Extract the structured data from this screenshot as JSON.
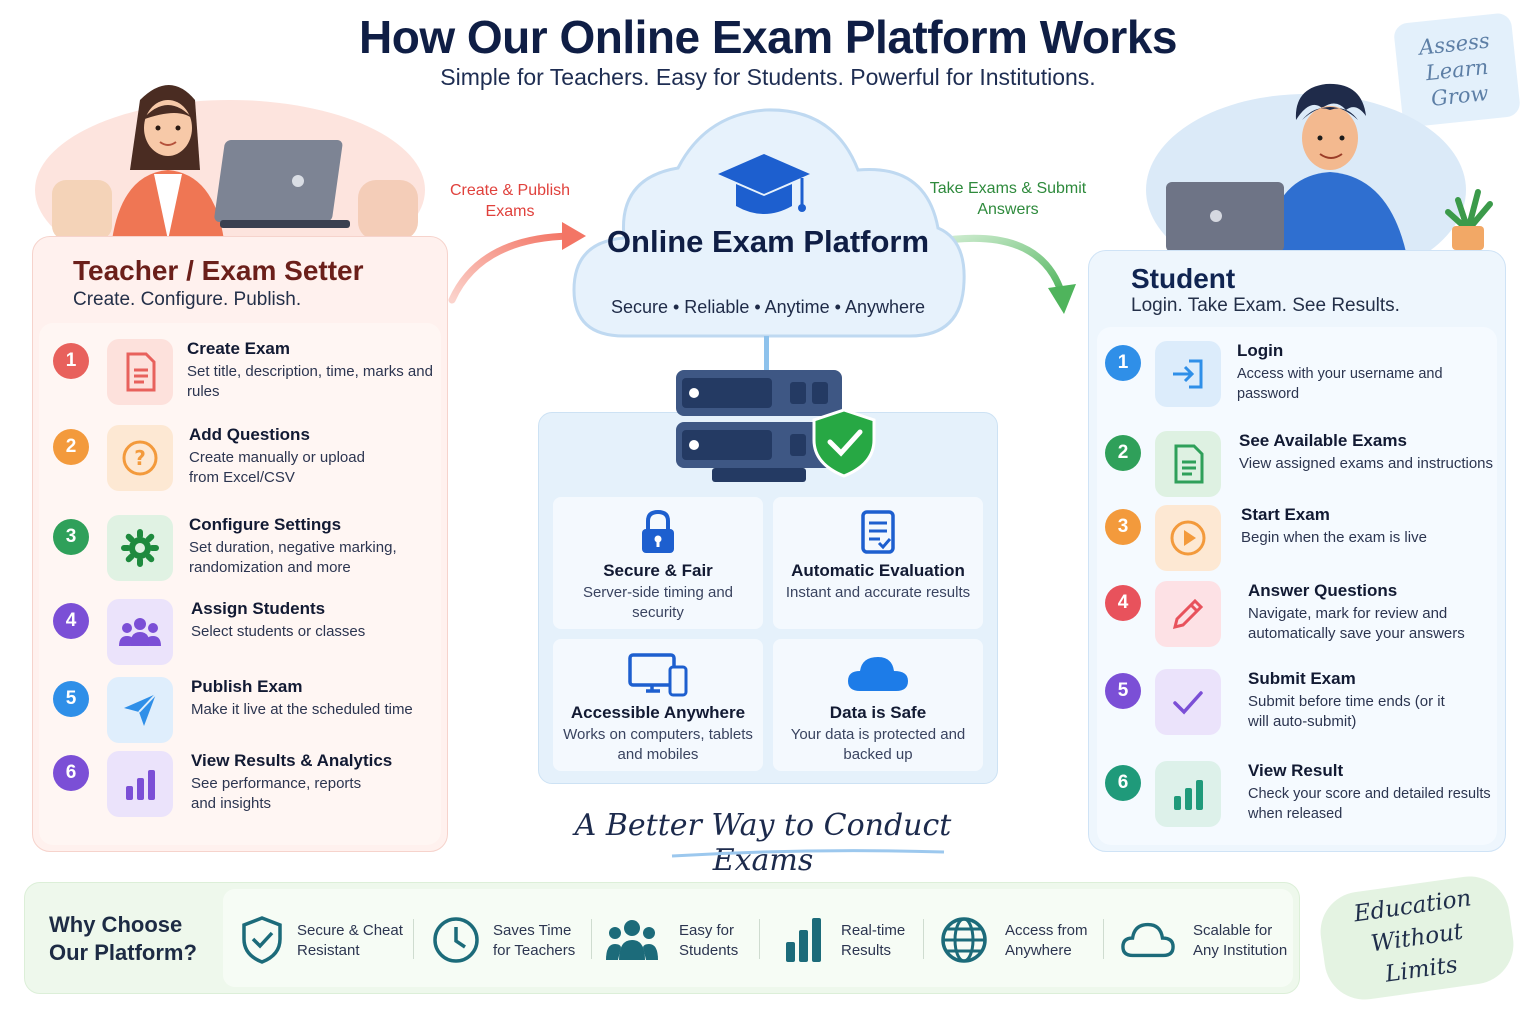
{
  "header": {
    "title": "How Our Online Exam Platform Works",
    "subtitle": "Simple for Teachers. Easy for Students. Powerful for Institutions."
  },
  "corner_note": [
    "Assess",
    "Learn",
    "Grow"
  ],
  "teacher": {
    "title": "Teacher / Exam Setter",
    "subtitle": "Create. Configure. Publish.",
    "steps": [
      {
        "num": "1",
        "title": "Create Exam",
        "desc": "Set title, description, time, marks and rules",
        "icon": "document-icon",
        "color": "#e8615c"
      },
      {
        "num": "2",
        "title": "Add Questions",
        "desc": "Create manually or upload from Excel/CSV",
        "icon": "question-icon",
        "color": "#f39a3c"
      },
      {
        "num": "3",
        "title": "Configure Settings",
        "desc": "Set duration, negative marking, randomization and more",
        "icon": "gear-icon",
        "color": "#2fa05a"
      },
      {
        "num": "4",
        "title": "Assign Students",
        "desc": "Select students or classes",
        "icon": "group-icon",
        "color": "#7b4fd6"
      },
      {
        "num": "5",
        "title": "Publish Exam",
        "desc": "Make it live at the scheduled time",
        "icon": "paper-plane-icon",
        "color": "#2f8fe8"
      },
      {
        "num": "6",
        "title": "View Results & Analytics",
        "desc": "See performance, reports and insights",
        "icon": "bar-chart-icon",
        "color": "#7b4fd6"
      }
    ]
  },
  "student": {
    "title": "Student",
    "subtitle": "Login. Take Exam. See Results.",
    "steps": [
      {
        "num": "1",
        "title": "Login",
        "desc": "Access with your username and password",
        "icon": "login-icon",
        "color": "#2f8fe8"
      },
      {
        "num": "2",
        "title": "See Available Exams",
        "desc": "View assigned exams and instructions",
        "icon": "document-icon",
        "color": "#2fa05a"
      },
      {
        "num": "3",
        "title": "Start Exam",
        "desc": "Begin when the exam is live",
        "icon": "play-icon",
        "color": "#f39a3c"
      },
      {
        "num": "4",
        "title": "Answer Questions",
        "desc": "Navigate, mark for review and automatically save your answers",
        "icon": "pencil-icon",
        "color": "#e8525c"
      },
      {
        "num": "5",
        "title": "Submit Exam",
        "desc": "Submit before time ends (or it will auto-submit)",
        "icon": "checkmark-icon",
        "color": "#7b4fd6"
      },
      {
        "num": "6",
        "title": "View Result",
        "desc": "Check your score and detailed results when released",
        "icon": "bar-chart-icon",
        "color": "#1f9a7a"
      }
    ]
  },
  "arrows": {
    "left_label": "Create & Publish Exams",
    "right_label": "Take Exams & Submit Answers",
    "left_color": "#e0413c",
    "right_color": "#2e8a3c"
  },
  "platform": {
    "title": "Online Exam Platform",
    "tagline": "Secure • Reliable • Anytime • Anywhere"
  },
  "features": [
    {
      "title": "Secure & Fair",
      "desc": "Server-side timing and security",
      "icon": "padlock-icon"
    },
    {
      "title": "Automatic Evaluation",
      "desc": "Instant and accurate results",
      "icon": "checklist-icon"
    },
    {
      "title": "Accessible Anywhere",
      "desc": "Works on computers, tablets and mobiles",
      "icon": "devices-icon"
    },
    {
      "title": "Data is Safe",
      "desc": "Your data is protected and backed up",
      "icon": "cloud-icon"
    }
  ],
  "tagline": "A Better Way to Conduct Exams",
  "why": {
    "heading": "Why Choose Our Platform?",
    "items": [
      {
        "label": "Secure & Cheat Resistant",
        "icon": "shield-check-icon"
      },
      {
        "label": "Saves Time for Teachers",
        "icon": "clock-icon"
      },
      {
        "label": "Easy for Students",
        "icon": "people-icon"
      },
      {
        "label": "Real-time Results",
        "icon": "bar-chart-icon"
      },
      {
        "label": "Access from Anywhere",
        "icon": "globe-icon"
      },
      {
        "label": "Scalable for Any Institution",
        "icon": "cloud-outline-icon"
      }
    ]
  },
  "edu_note": "Education Without Limits"
}
